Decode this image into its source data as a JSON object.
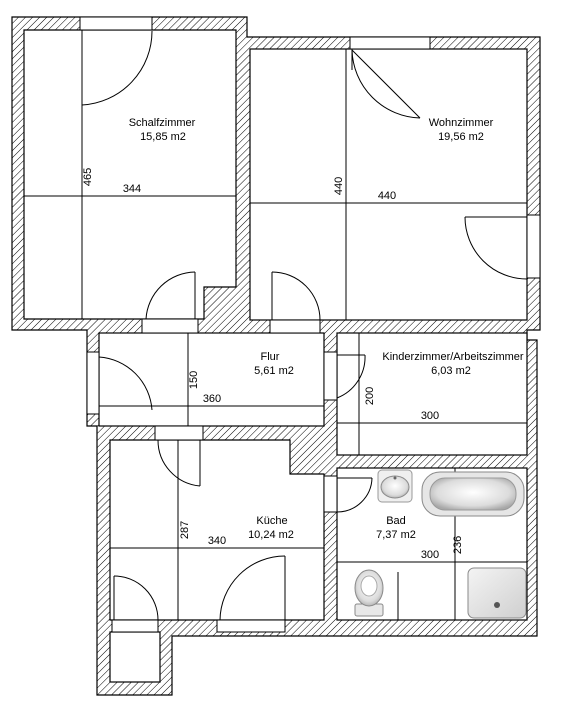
{
  "rooms": {
    "schlafzimmer": {
      "name": "Schalfzimmer",
      "area": "15,85 m2",
      "width": "344",
      "depth": "465"
    },
    "wohnzimmer": {
      "name": "Wohnzimmer",
      "area": "19,56 m2",
      "width": "440",
      "depth": "440"
    },
    "flur": {
      "name": "Flur",
      "area": "5,61 m2",
      "width": "360",
      "depth": "150"
    },
    "kinderzimmer": {
      "name": "Kinderzimmer/Arbeitszimmer",
      "area": "6,03 m2",
      "width": "300",
      "depth": "200"
    },
    "kueche": {
      "name": "Küche",
      "area": "10,24 m2",
      "width": "340",
      "depth": "287"
    },
    "bad": {
      "name": "Bad",
      "area": "7,37 m2",
      "width": "300",
      "depth": "236"
    }
  },
  "fixtures": [
    "sink",
    "bathtub",
    "toilet",
    "shower-tray"
  ],
  "colors": {
    "line": "#000000",
    "hatch": "#000000",
    "background": "#ffffff",
    "fixture": "#c8c8c8"
  }
}
